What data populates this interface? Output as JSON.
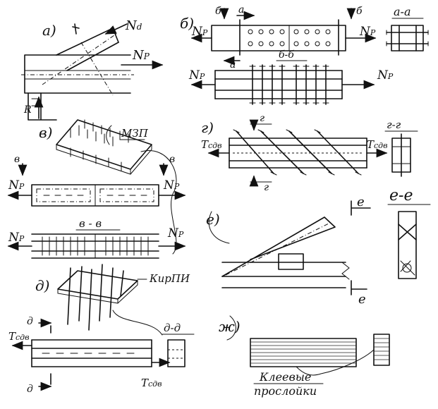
{
  "panels": {
    "a": {
      "label": "а)",
      "force_n": "N",
      "force_n_sub": "d",
      "force_p": "N",
      "force_p_sub": "P",
      "reaction": "R"
    },
    "b": {
      "label": "б)",
      "section_b_left": "б",
      "section_b_right": "б",
      "section_a_top": "а",
      "section_a_bottom": "а",
      "section_bb_mid": "б-б",
      "force_left": "N",
      "force_right": "N",
      "sub": "P",
      "detail_title": "а-а"
    },
    "v": {
      "label": "в)",
      "connector_name": "МЗП",
      "section_mark": "в",
      "section_title": "в - в",
      "force": "N",
      "sub": "P"
    },
    "g": {
      "label": "г)",
      "section_mark": "г",
      "shear_left": "Т",
      "shear_right": "Т",
      "shear_sub": "сдв",
      "detail_title": "г-г"
    },
    "d": {
      "label": "д)",
      "connector_name": "КирПИ",
      "section_mark": "д",
      "shear": "Т",
      "shear_sub": "сдв",
      "detail_title": "д-д"
    },
    "e": {
      "label": "е)",
      "section_mark": "е",
      "detail_title": "е-е"
    },
    "zh": {
      "label": "ж)",
      "note_line1": "Клеевые",
      "note_line2": "прослойки"
    }
  }
}
